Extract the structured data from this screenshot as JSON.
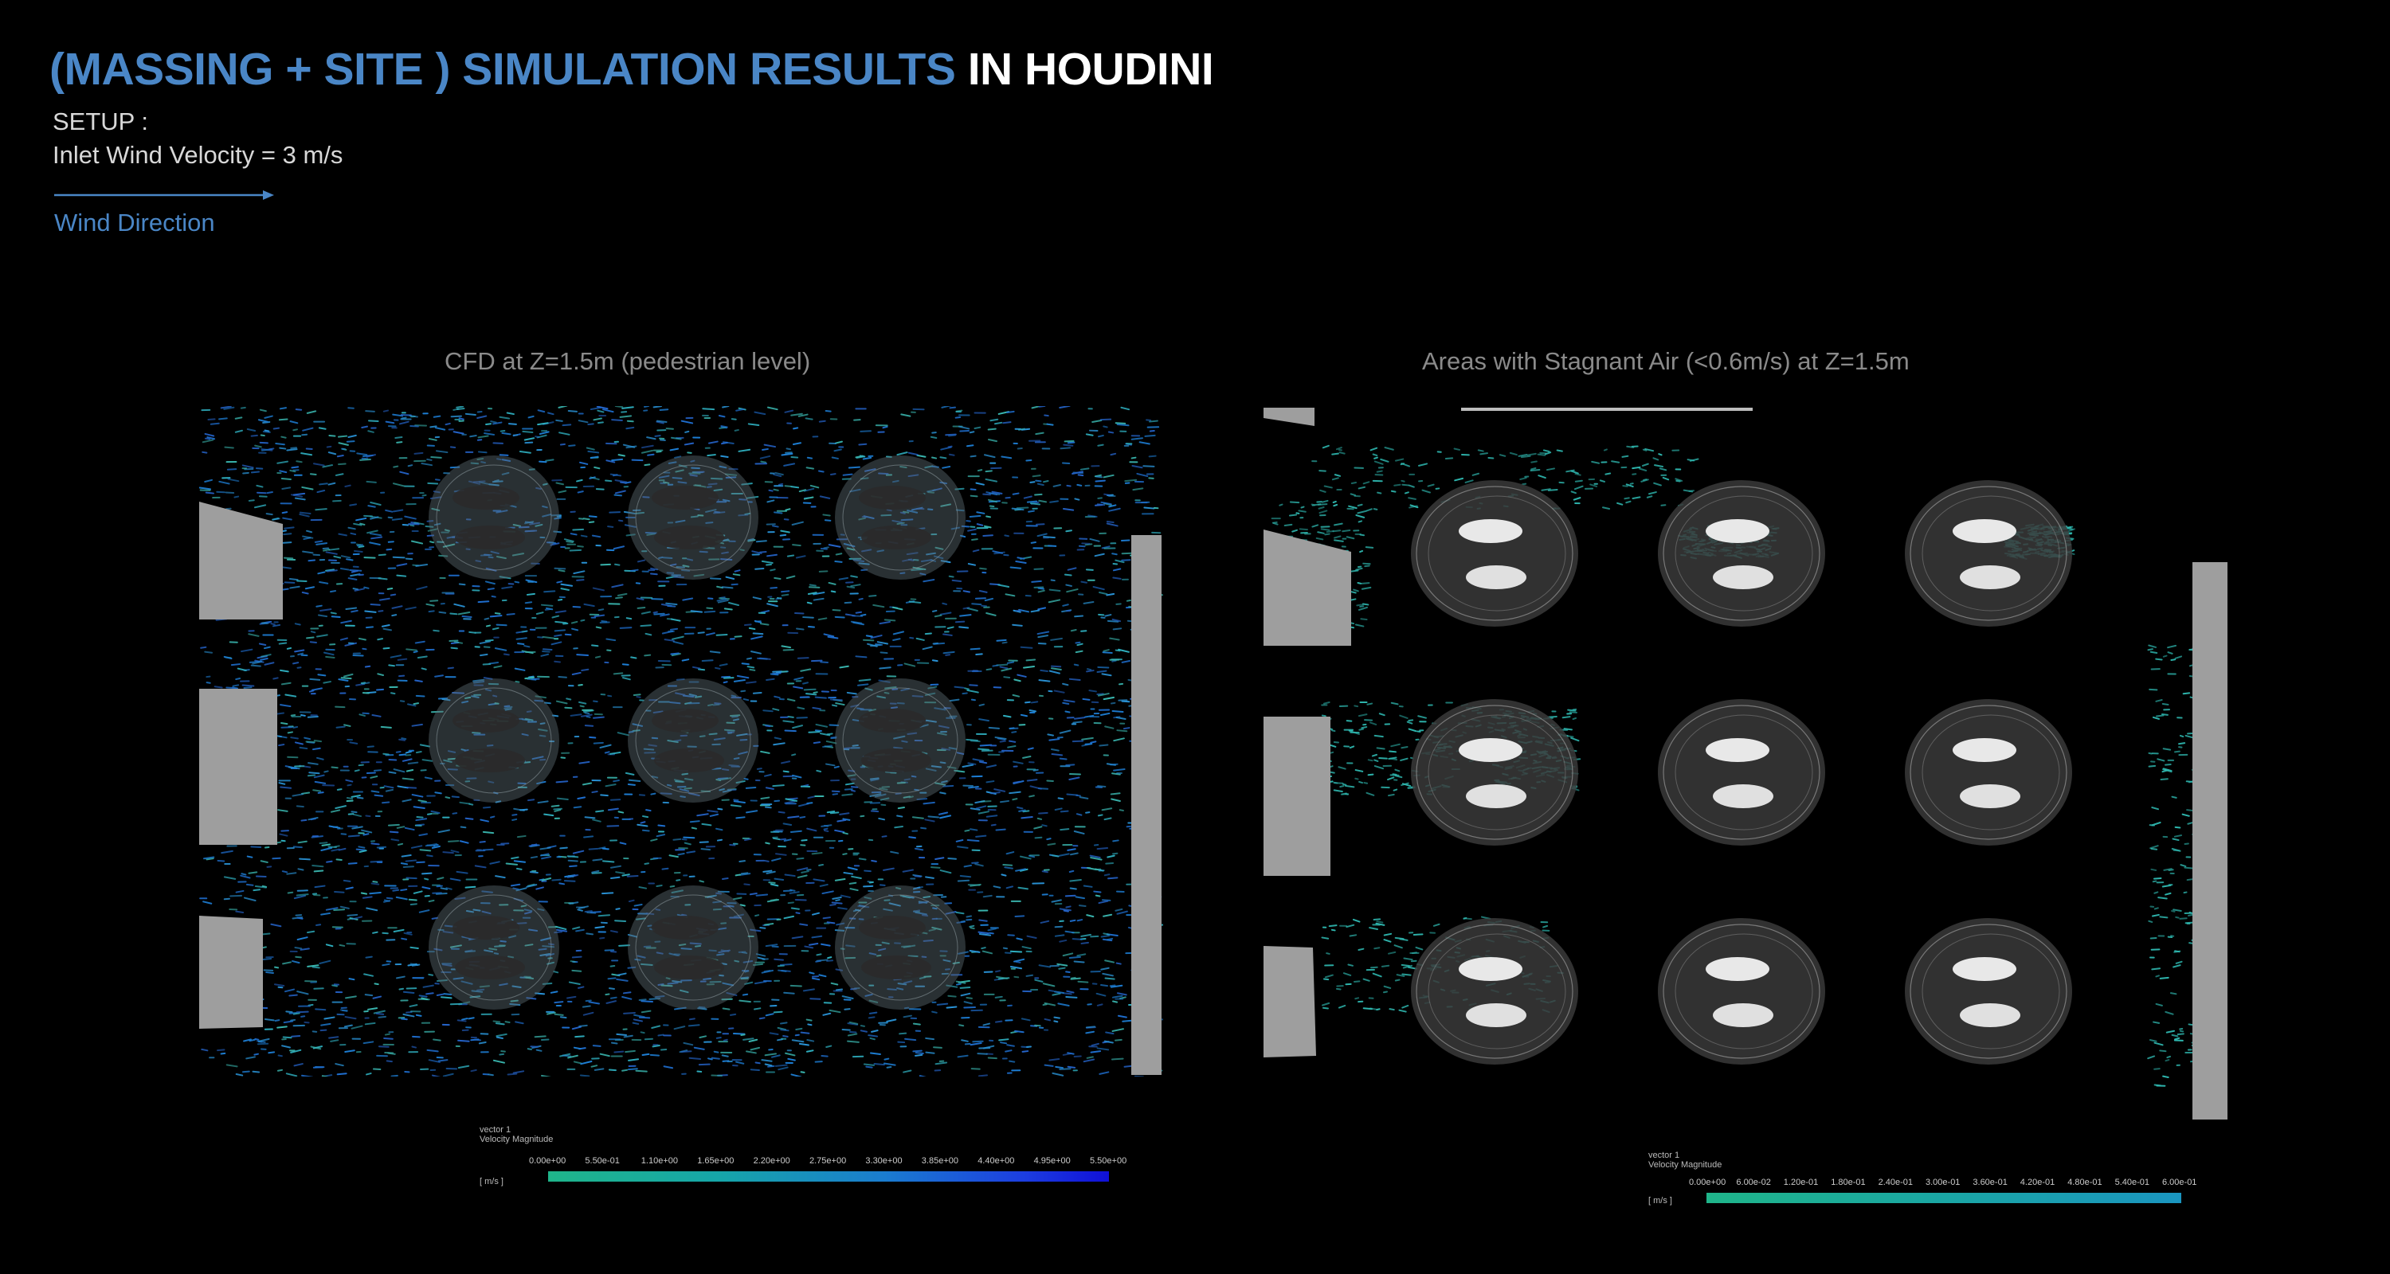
{
  "header": {
    "title_blue": "(MASSING + SITE ) SIMULATION RESULTS",
    "title_white": "IN HOUDINI",
    "setup_label": "SETUP :",
    "inlet_velocity": "Inlet Wind Velocity = 3 m/s",
    "wind_direction_label": "Wind Direction"
  },
  "left_panel": {
    "title": "CFD at Z=1.5m (pedestrian level)",
    "legend": {
      "vector": "vector 1",
      "quantity": "Velocity Magnitude",
      "unit": "[ m/s ]",
      "ticks": [
        "0.00e+00",
        "5.50e-01",
        "1.10e+00",
        "1.65e+00",
        "2.20e+00",
        "2.75e+00",
        "3.30e+00",
        "3.85e+00",
        "4.40e+00",
        "4.95e+00",
        "5.50e+00"
      ]
    }
  },
  "right_panel": {
    "title": "Areas with Stagnant Air  (<0.6m/s) at Z=1.5m",
    "legend": {
      "vector": "vector 1",
      "quantity": "Velocity Magnitude",
      "unit": "[ m/s ]",
      "ticks": [
        "0.00e+00",
        "6.00e-02",
        "1.20e-01",
        "1.80e-01",
        "2.40e-01",
        "3.00e-01",
        "3.60e-01",
        "4.20e-01",
        "4.80e-01",
        "5.40e-01",
        "6.00e-01"
      ]
    }
  },
  "colors": {
    "accent_blue": "#4a86c6",
    "site_gray": "#9e9e9e",
    "vector_teal": "#2fb3b3",
    "vector_blue": "#2a7fd0",
    "colorbar_low": "#1fb58a",
    "colorbar_high": "#1010d8"
  }
}
